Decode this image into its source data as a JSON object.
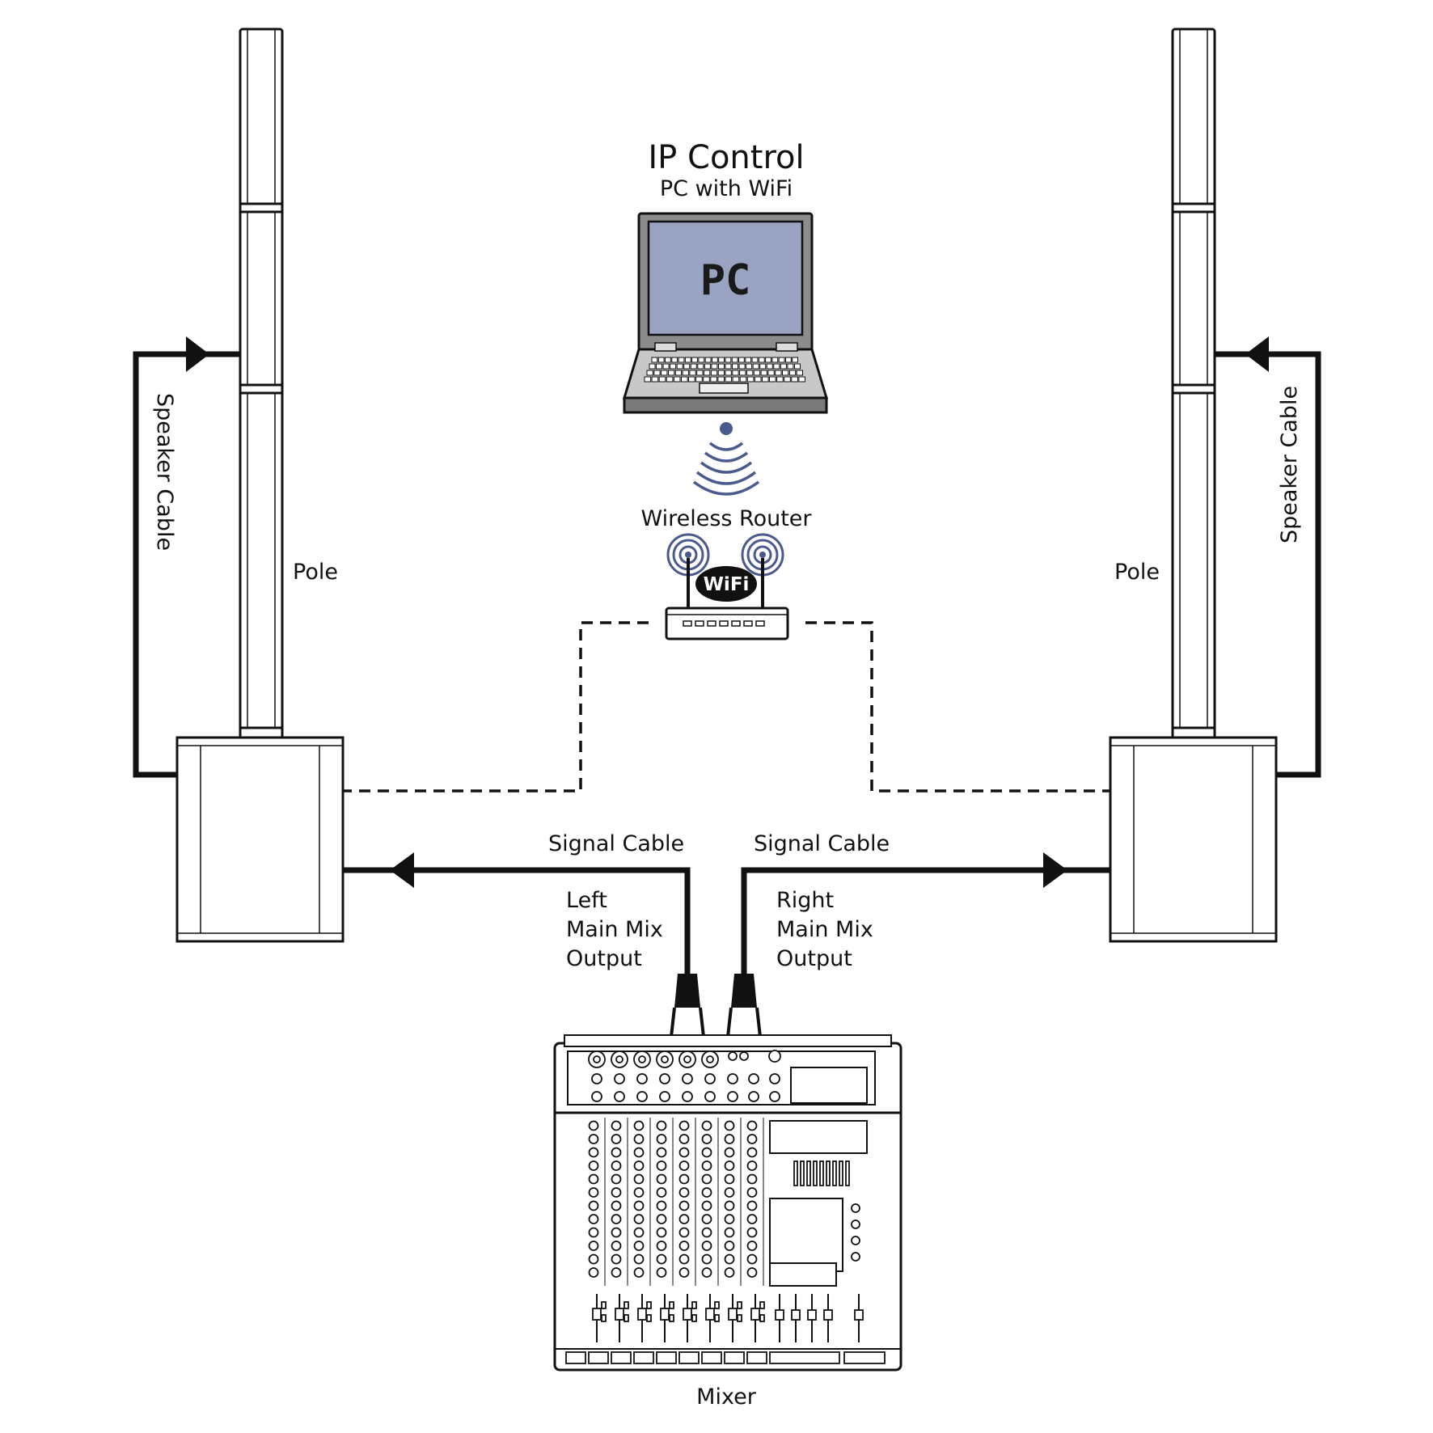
{
  "ip_control": {
    "title": "IP Control",
    "subtitle": "PC with WiFi",
    "screen_text": "PC"
  },
  "router": {
    "label": "Wireless Router",
    "badge": "WiFi"
  },
  "left": {
    "pole_label": "Pole",
    "speaker_cable_label": "Speaker Cable",
    "signal_cable_label": "Signal Cable",
    "output_lines": [
      "Left",
      "Main Mix",
      "Output"
    ]
  },
  "right": {
    "pole_label": "Pole",
    "speaker_cable_label": "Speaker Cable",
    "signal_cable_label": "Signal Cable",
    "output_lines": [
      "Right",
      "Main Mix",
      "Output"
    ]
  },
  "mixer": {
    "label": "Mixer"
  },
  "colors": {
    "screen": "#9aa3c2",
    "laptop_body": "#8c8c8c",
    "wifi_waves": "#4a5a8c",
    "line": "#111111"
  }
}
